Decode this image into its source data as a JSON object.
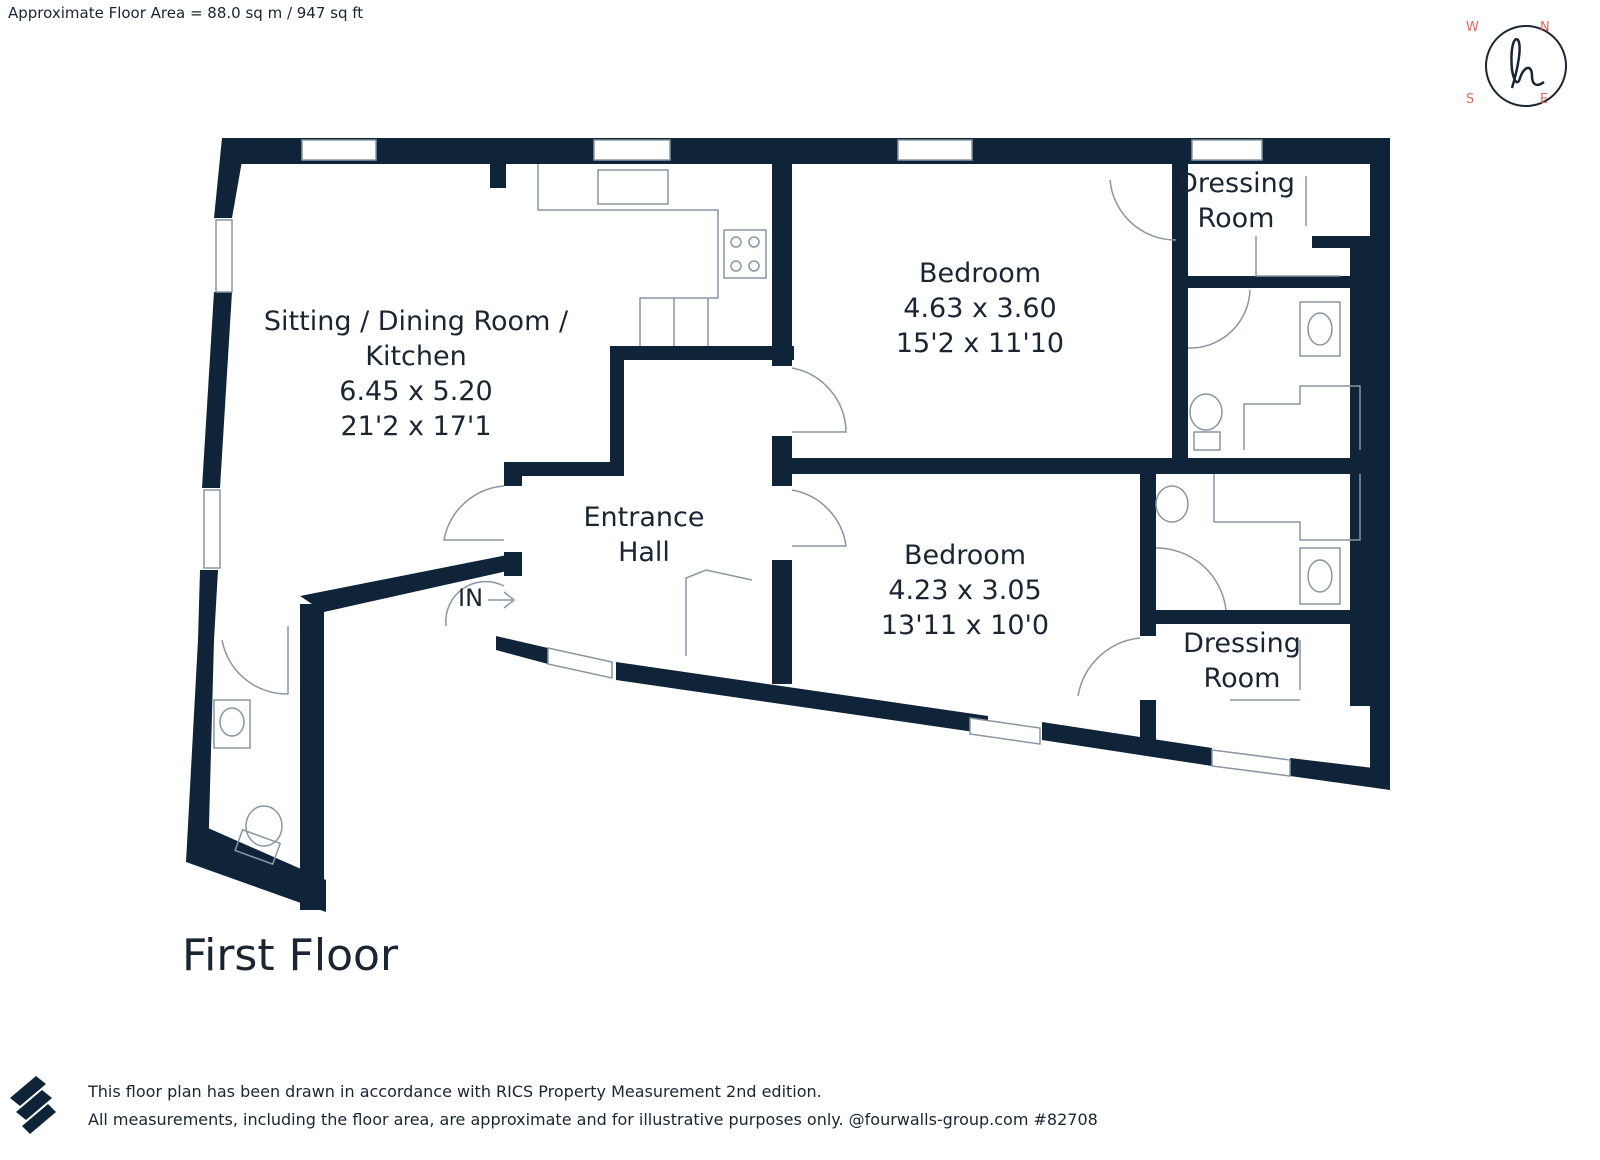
{
  "header": {
    "floor_area": "Approximate Floor Area = 88.0 sq m / 947 sq ft"
  },
  "compass": {
    "north": "N",
    "south": "S",
    "east": "E",
    "west": "W",
    "brand_mark": "h",
    "accent_color": "#e8665a"
  },
  "rooms": {
    "sitting": {
      "name_line1": "Sitting / Dining Room /",
      "name_line2": "Kitchen",
      "metric": "6.45 x 5.20",
      "imperial": "21'2 x 17'1"
    },
    "bedroom1": {
      "name": "Bedroom",
      "metric": "4.63 x 3.60",
      "imperial": "15'2 x 11'10"
    },
    "dressing1": {
      "name_line1": "Dressing",
      "name_line2": "Room"
    },
    "entrance": {
      "name_line1": "Entrance",
      "name_line2": "Hall"
    },
    "bedroom2": {
      "name": "Bedroom",
      "metric": "4.23 x 3.05",
      "imperial": "13'11 x 10'0"
    },
    "dressing2": {
      "name_line1": "Dressing",
      "name_line2": "Room"
    }
  },
  "entry_label": "IN",
  "floor_title": "First Floor",
  "footer": {
    "line1": "This floor plan has been drawn in accordance with RICS Property Measurement 2nd edition.",
    "line2": "All measurements, including the floor area, are approximate and for illustrative purposes only. @fourwalls-group.com #82708"
  },
  "colors": {
    "wall": "#0f2438",
    "fixture": "#8a96a3"
  }
}
